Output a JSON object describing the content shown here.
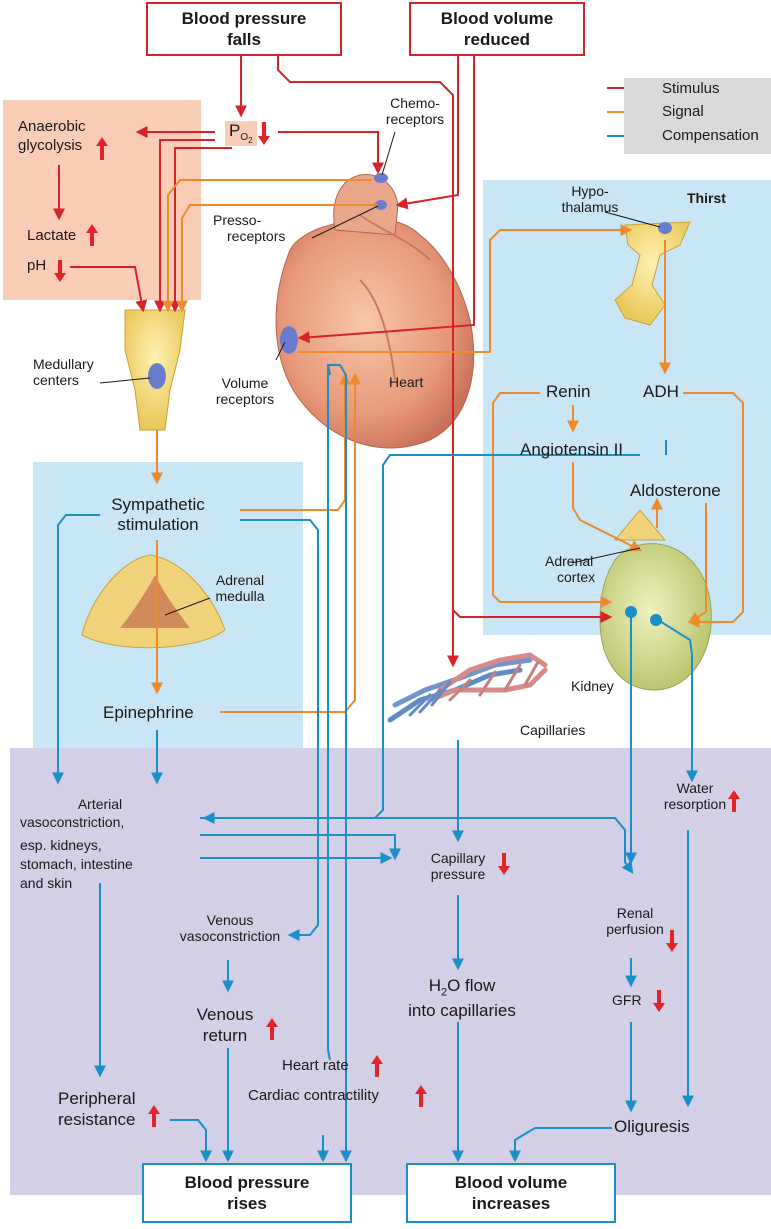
{
  "boxes": {
    "bp_falls": "Blood pressure\nfalls",
    "bv_reduced": "Blood volume\nreduced",
    "bp_rises": "Blood pressure\nrises",
    "bv_increases": "Blood volume\nincreases"
  },
  "legend": {
    "stimulus": "Stimulus",
    "signal": "Signal",
    "compensation": "Compensation",
    "colors": {
      "stimulus": "#d7222a",
      "signal": "#ee8a2c",
      "compensation": "#1b8fc7"
    }
  },
  "labels": {
    "po2": "P",
    "po2_sub": "O",
    "po2_sub2": "2",
    "anaerobic": "Anaerobic",
    "glycolysis": "glycolysis",
    "lactate": "Lactate",
    "ph": "pH",
    "chemo_1": "Chemo-",
    "chemo_2": "receptors",
    "presso_1": "Presso-",
    "presso_2": "receptors",
    "medullary_1": "Medullary",
    "medullary_2": "centers",
    "volume_1": "Volume",
    "volume_2": "receptors",
    "heart": "Heart",
    "hypo_1": "Hypo-",
    "hypo_2": "thalamus",
    "thirst": "Thirst",
    "renin": "Renin",
    "adh": "ADH",
    "angiotensin": "Angiotensin II",
    "aldosterone": "Aldosterone",
    "adrenal_cortex_1": "Adrenal",
    "adrenal_cortex_2": "cortex",
    "kidney": "Kidney",
    "sympathetic_1": "Sympathetic",
    "sympathetic_2": "stimulation",
    "adrenal_medulla_1": "Adrenal",
    "adrenal_medulla_2": "medulla",
    "epinephrine": "Epinephrine",
    "capillaries": "Capillaries",
    "arterial_1": "Arterial",
    "arterial_2": "vasoconstriction,",
    "arterial_3": "esp. kidneys,",
    "arterial_4": "stomach, intestine",
    "arterial_5": "and skin",
    "capillary_pressure_1": "Capillary",
    "capillary_pressure_2": "pressure",
    "water_1": "Water",
    "water_2": "resorption",
    "renal_1": "Renal",
    "renal_2": "perfusion",
    "venous_vc_1": "Venous",
    "venous_vc_2": "vasoconstriction",
    "venous_return_1": "Venous",
    "venous_return_2": "return",
    "h2o_1a": "H",
    "h2o_1b": "2",
    "h2o_1c": "O flow",
    "h2o_2": "into capillaries",
    "gfr": "GFR",
    "heart_rate": "Heart rate",
    "contractility": "Cardiac contractility",
    "peripheral_1": "Peripheral",
    "peripheral_2": "resistance",
    "oliguresis": "Oliguresis"
  },
  "glyphs": {
    "up": "↑",
    "down": "↓"
  }
}
